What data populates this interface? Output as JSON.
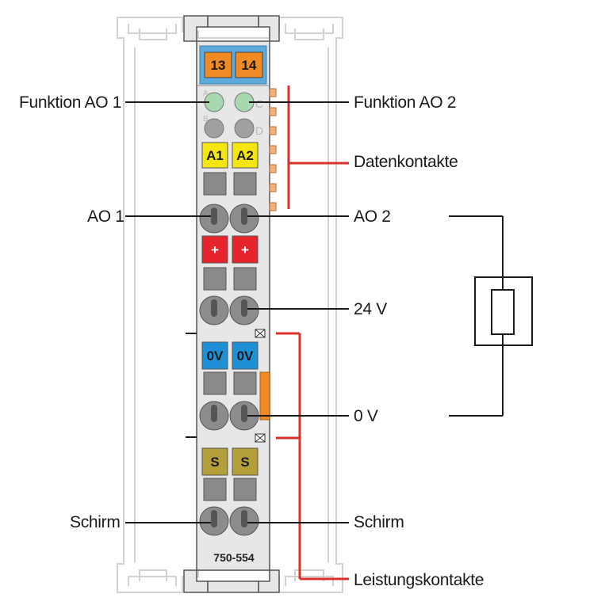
{
  "module": {
    "model_number": "750-554",
    "top_terminals": [
      "13",
      "14"
    ],
    "led_letters": [
      "A",
      "B",
      "C",
      "D"
    ],
    "row_tags": {
      "a": [
        "A1",
        "A2"
      ],
      "plus": [
        "+",
        "+"
      ],
      "zero": [
        "0V",
        "0V"
      ],
      "shield": [
        "S",
        "S"
      ]
    }
  },
  "labels": {
    "funktion_ao1": "Funktion AO 1",
    "funktion_ao2": "Funktion AO 2",
    "datenkontakte": "Datenkontakte",
    "ao1": "AO 1",
    "ao2": "AO 2",
    "v24": "24 V",
    "v0": "0 V",
    "schirm_left": "Schirm",
    "schirm_right": "Schirm",
    "leistungskontakte": "Leistungskontakte"
  },
  "colors": {
    "terminal_orange": "#f08a24",
    "terminal_blue_bg": "#5ea9dd",
    "led_green": "#a8d8b0",
    "led_grey": "#a0a0a0",
    "tag_yellow": "#f5e60f",
    "tag_red": "#e5242b",
    "tag_blue": "#1e90d6",
    "tag_olive": "#b3a03a",
    "data_contact": "#f2b07a",
    "power_line": "#d9302a",
    "housing": "#e6e6e6",
    "leader": "#1a1a1a"
  }
}
